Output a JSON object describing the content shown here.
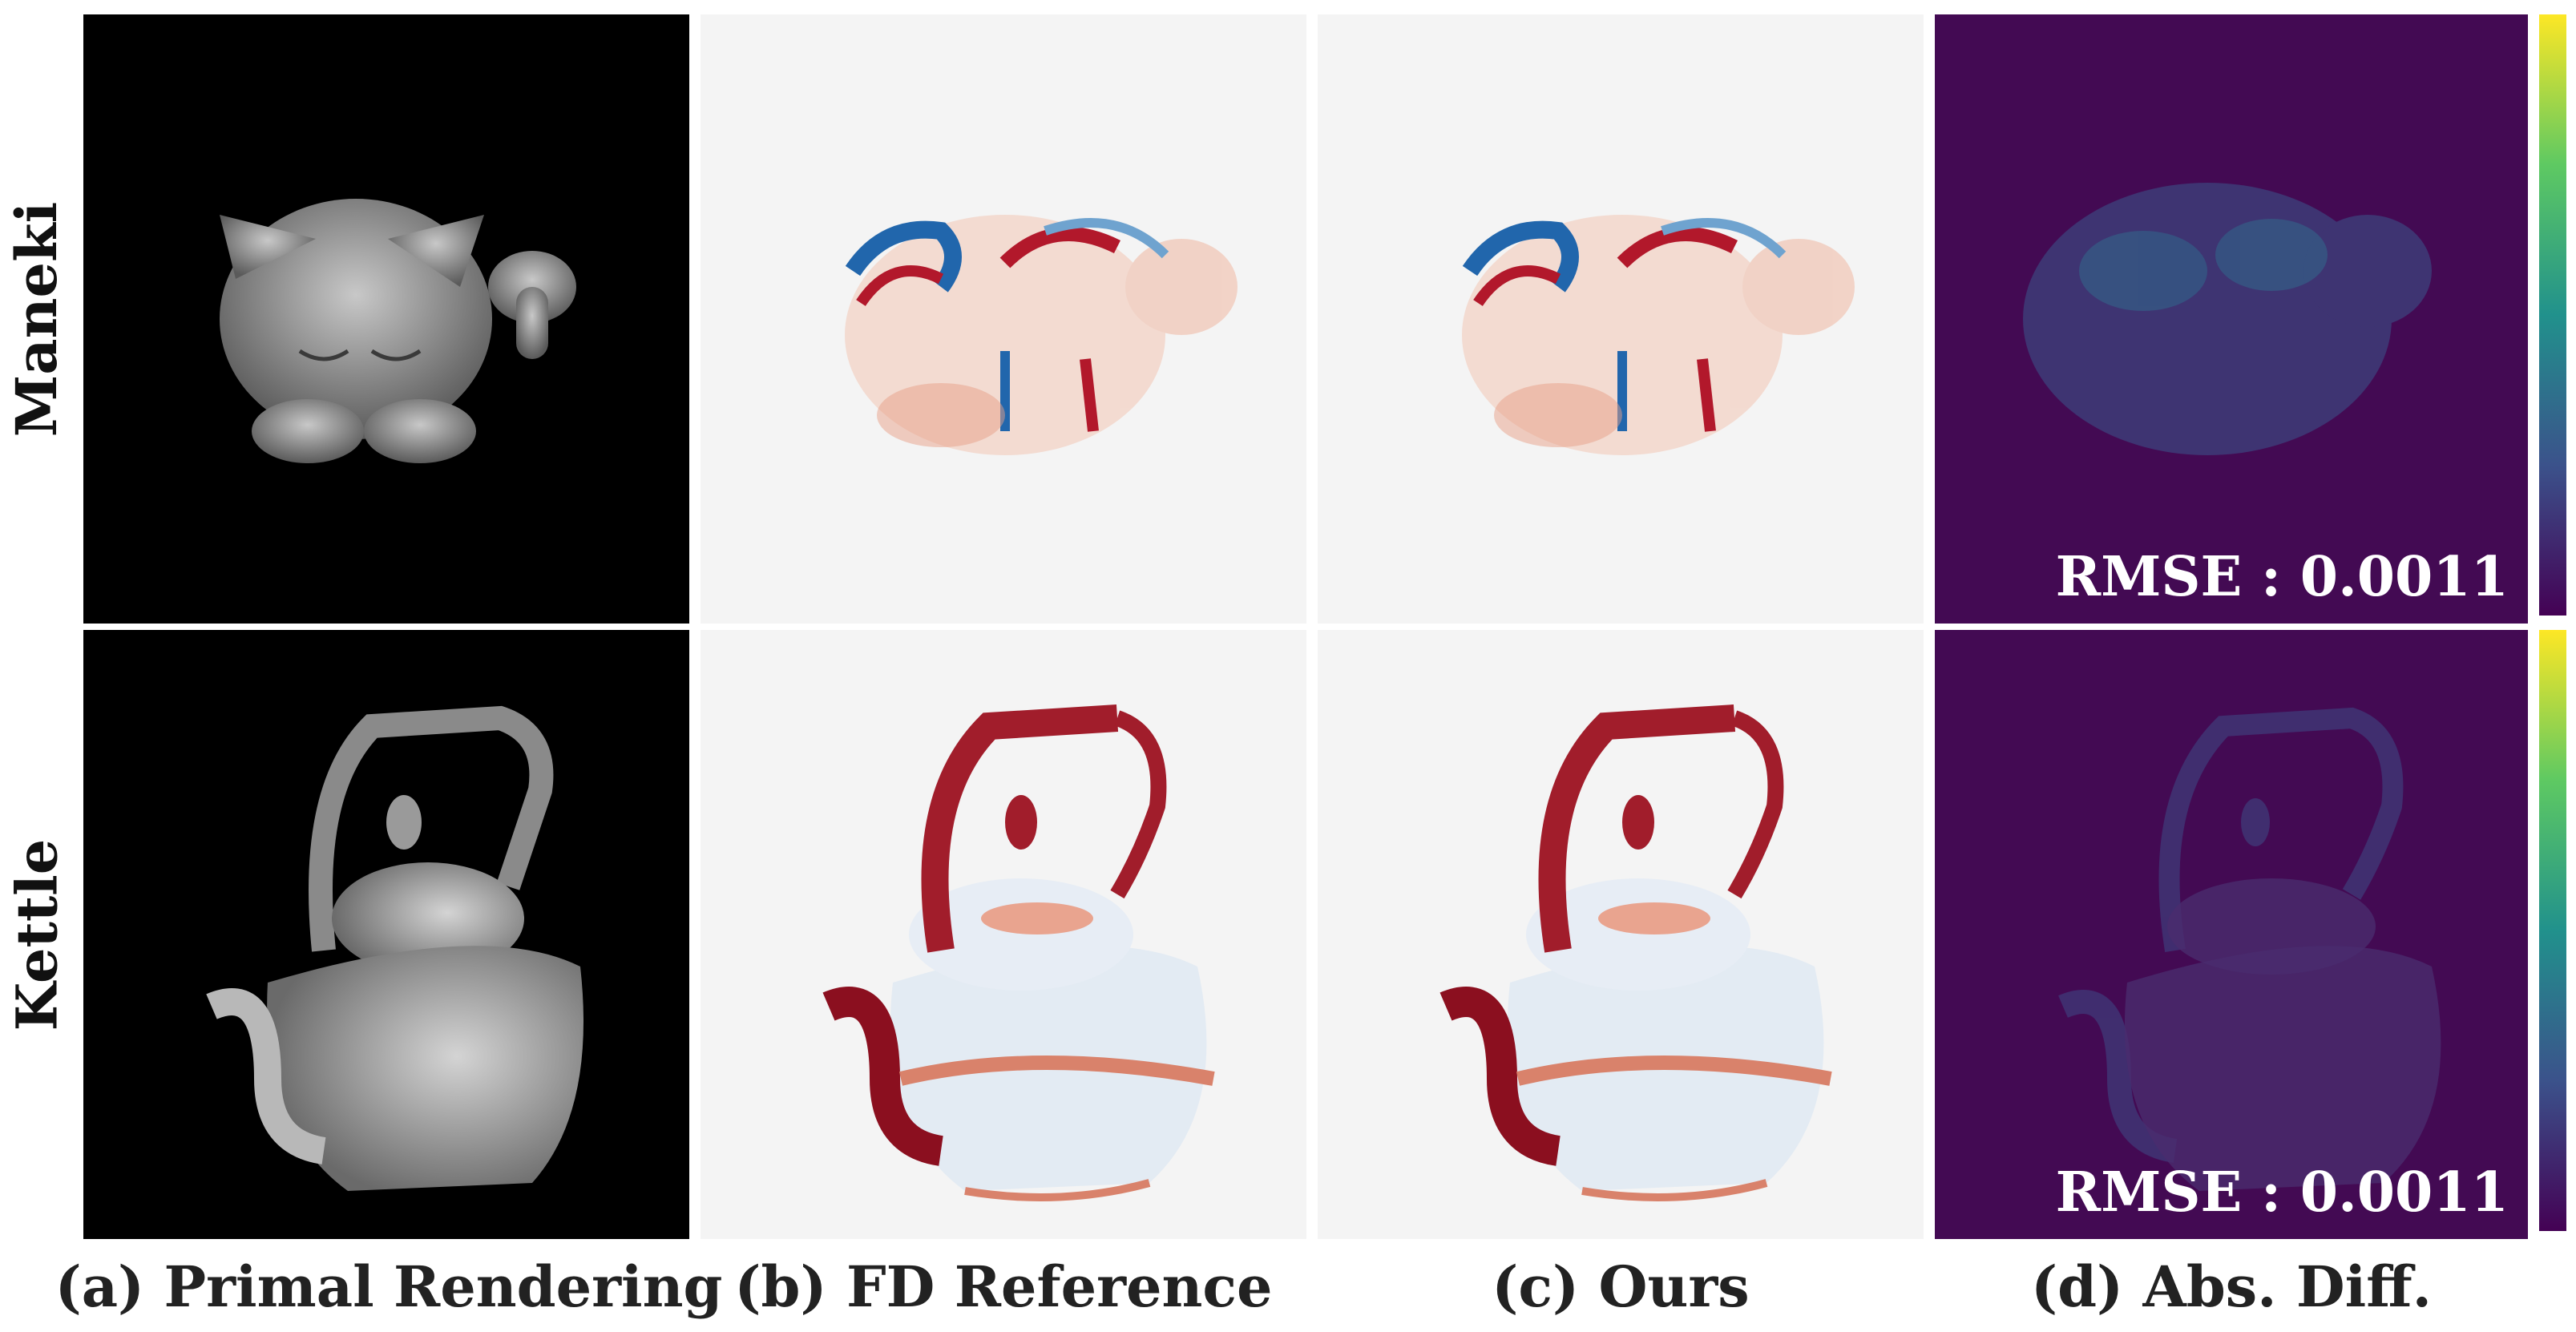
{
  "rows": [
    {
      "label": "Maneki",
      "rmse_text": "RMSE : 0.0011"
    },
    {
      "label": "Kettle",
      "rmse_text": "RMSE : 0.0011"
    }
  ],
  "captions": [
    "(a) Primal Rendering",
    "(b) FD Reference",
    "(c) Ours",
    "(d) Abs. Diff."
  ],
  "colors": {
    "primal_background": "#000000",
    "gradient_background": "#f4f4f4",
    "gradient_positive": "#b2182b",
    "gradient_negative": "#2166ac",
    "diff_background": "#430a53",
    "colorbar": [
      "#440154",
      "#3b528b",
      "#21918c",
      "#5ec962",
      "#fde725"
    ]
  }
}
